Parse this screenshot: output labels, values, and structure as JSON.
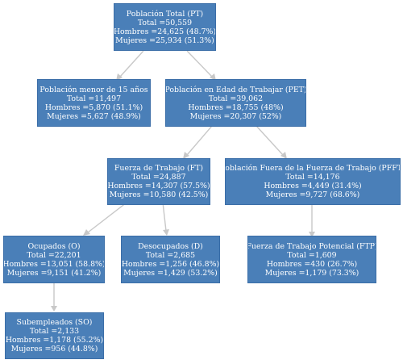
{
  "colors": {
    "box_fill": "#4a7fb8",
    "box_border": "#3b6ea8",
    "text": "#ffffff",
    "connector": "#c8c8c8"
  },
  "nodes": {
    "pt": {
      "title": "Población Total (PT)",
      "total": "Total =50,559",
      "hombres": "Hombres =24,625 (48.7%)",
      "mujeres": "Mujeres =25,934 (51.3%)"
    },
    "pm15": {
      "title": "Población menor de 15 años",
      "total": "Total =11,497",
      "hombres": "Hombres =5,870 (51.1%)",
      "mujeres": "Mujeres =5,627 (48.9%)"
    },
    "pet": {
      "title": "Población en Edad de Trabajar (PET)",
      "total": "Total =39,062",
      "hombres": "Hombres =18,755 (48%)",
      "mujeres": "Mujeres =20,307 (52%)"
    },
    "ft": {
      "title": "Fuerza de Trabajo (FT)",
      "total": "Total =24,887",
      "hombres": "Hombres =14,307 (57.5%)",
      "mujeres": "Mujeres =10,580 (42.5%)"
    },
    "pfft": {
      "title": "Población Fuera de la Fuerza de Trabajo (PFFT)",
      "total": "Total =14,176",
      "hombres": "Hombres =4,449 (31.4%)",
      "mujeres": "Mujeres =9,727 (68.6%)"
    },
    "ocu": {
      "title": "Ocupados (O)",
      "total": "Total =22,201",
      "hombres": "Hombres =13,051 (58.8%)",
      "mujeres": "Mujeres =9,151 (41.2%)"
    },
    "des": {
      "title": "Desocupados (D)",
      "total": "Total =2,685",
      "hombres": "Hombres =1,256 (46.8%)",
      "mujeres": "Mujeres =1,429 (53.2%)"
    },
    "ftp": {
      "title": "Fuerza de Trabajo Potencial (FTP)",
      "total": "Total =1,609",
      "hombres": "Hombres =430 (26.7%)",
      "mujeres": "Mujeres =1,179 (73.3%)"
    },
    "so": {
      "title": "Subempleados (SO)",
      "total": "Total =2,133",
      "hombres": "Hombres =1,178 (55.2%)",
      "mujeres": "Mujeres =956 (44.8%)"
    }
  }
}
